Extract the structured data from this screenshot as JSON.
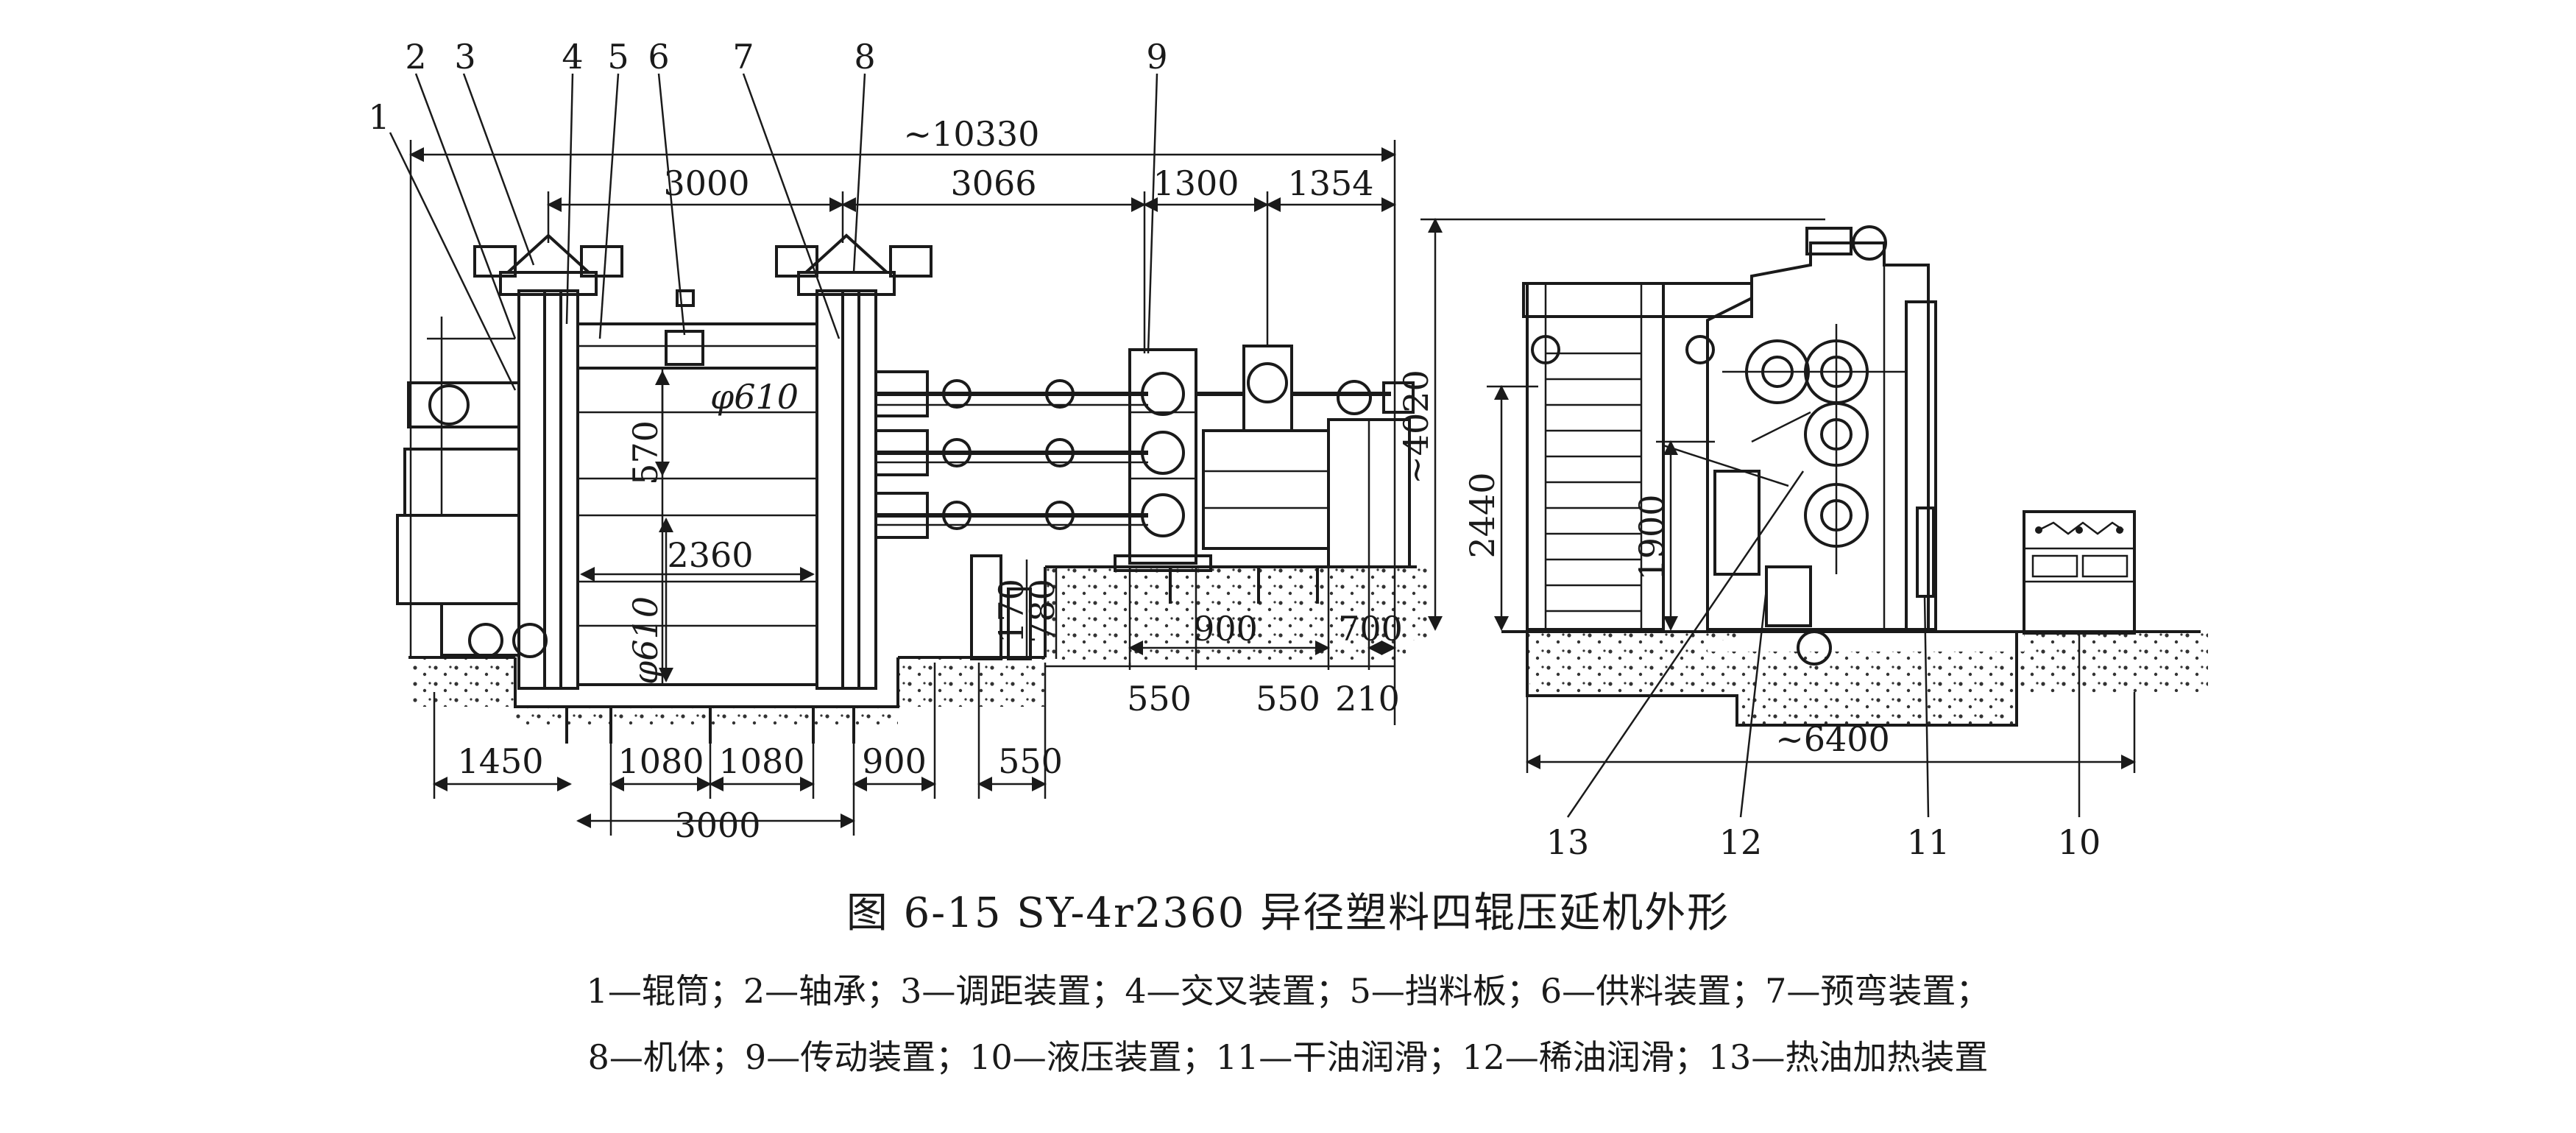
{
  "figure": {
    "caption_title": "图 6-15   SY-4r2360 异径塑料四辊压延机外形",
    "legend_line1": "1—辊筒；2—轴承；3—调距装置；4—交叉装置；5—挡料板；6—供料装置；7—预弯装置；",
    "legend_line2": "8—机体；9—传动装置；10—液压装置；11—干油润滑；12—稀油润滑；13—热油加热装置"
  },
  "part_labels": [
    "1",
    "2",
    "3",
    "4",
    "5",
    "6",
    "7",
    "8",
    "9",
    "10",
    "11",
    "12",
    "13"
  ],
  "dimensions": {
    "overall_length": "~10330",
    "top_3000": "3000",
    "top_3066": "3066",
    "top_1300": "1300",
    "top_1354": "1354",
    "roll_dia_top": "φ610",
    "roll_dia_bottom": "φ610",
    "roll_gap": "570",
    "roll_width": "2360",
    "h_170": "170",
    "h_780": "780",
    "b_900_mid": "900",
    "b_550_left": "550",
    "b_550_right": "550",
    "b_210": "210",
    "b_700": "700",
    "b_1450": "1450",
    "b_1080_a": "1080",
    "b_1080_b": "1080",
    "b_900_low": "900",
    "b_550_low": "550",
    "bottom_3000": "3000",
    "height_4020": "~4020",
    "height_2440": "2440",
    "height_1900": "1900",
    "side_width": "~6400"
  }
}
